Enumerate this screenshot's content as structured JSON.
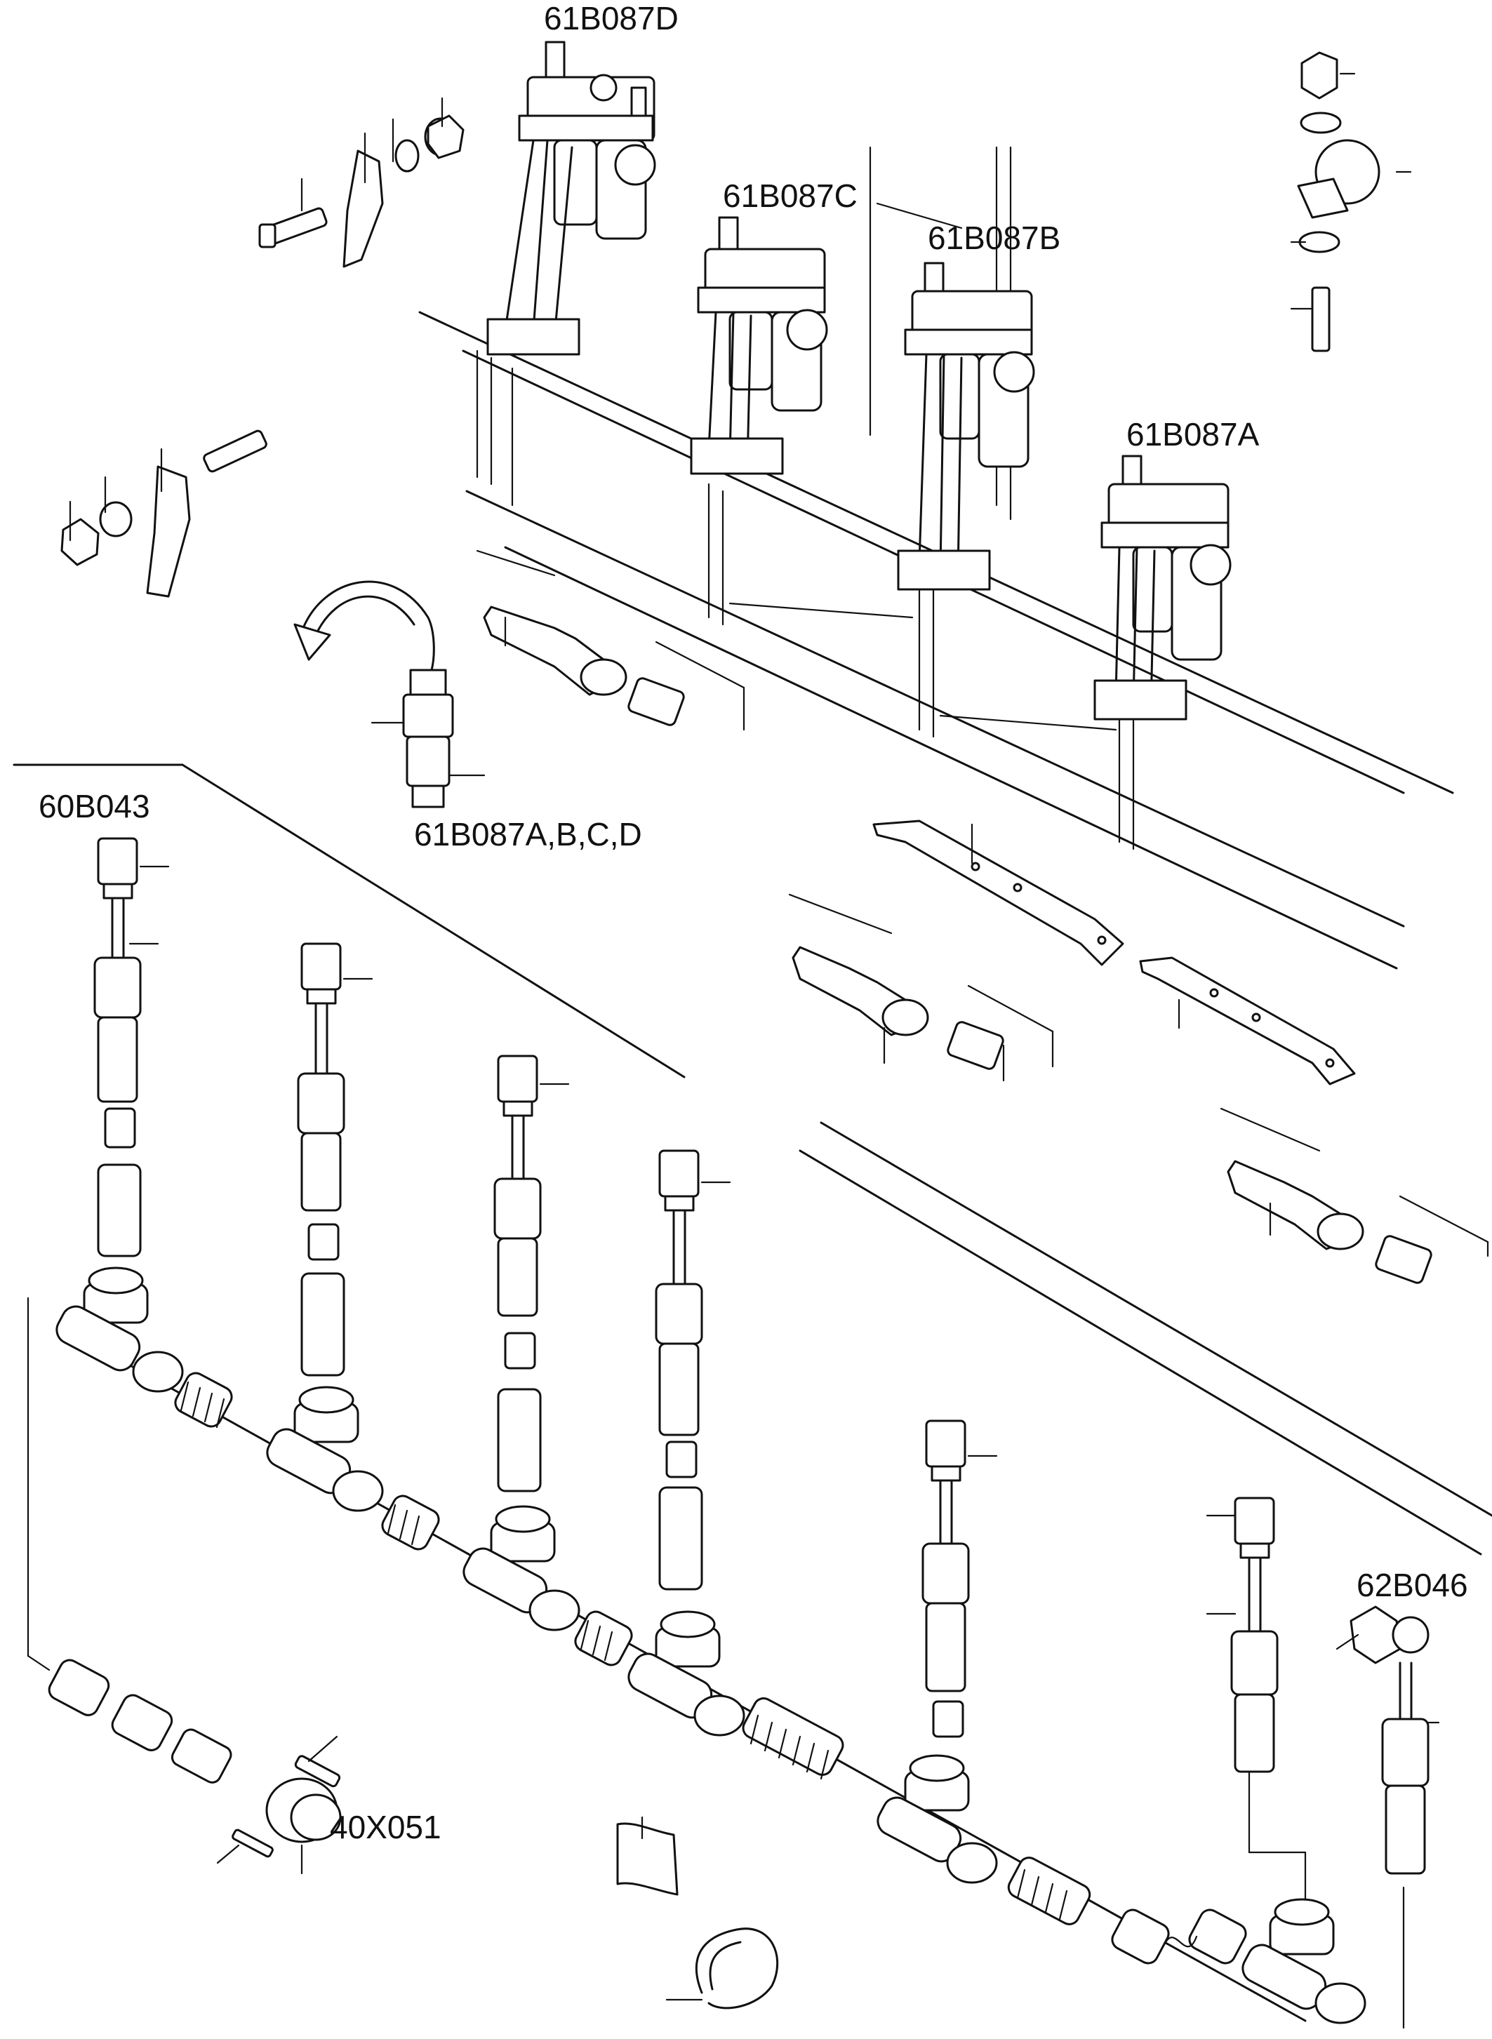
{
  "diagram": {
    "labels": {
      "valve_d": "61B087D",
      "valve_c": "61B087C",
      "valve_b": "61B087B",
      "valve_a": "61B087A",
      "sensor_group": "61B087A,B,C,D",
      "connector_left": "60B043",
      "connector_right": "62B046",
      "plug": "40X051"
    }
  }
}
